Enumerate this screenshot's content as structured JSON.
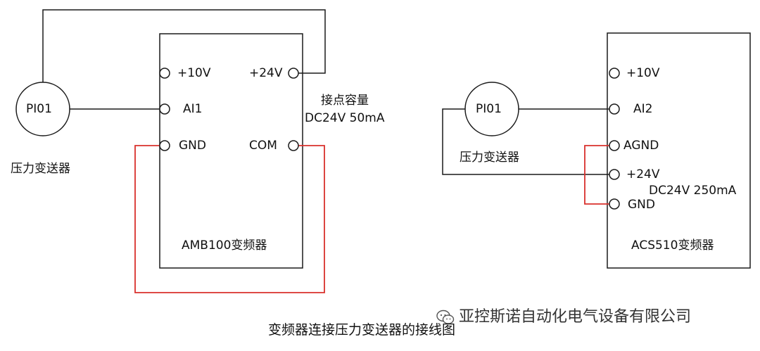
{
  "left": {
    "sensor": {
      "tag": "PI01",
      "caption": "压力变送器"
    },
    "drive": {
      "name": "AMB100变频器",
      "terminals": {
        "p10v": "+10V",
        "ai": "AI1",
        "gnd": "GND",
        "p24v": "+24V",
        "com": "COM"
      }
    },
    "note": {
      "line1": "接点容量",
      "line2": "DC24V 50mA"
    }
  },
  "right": {
    "sensor": {
      "tag": "PI01",
      "caption": "压力变送器"
    },
    "drive": {
      "name": "ACS510变频器",
      "terminals": {
        "p10v": "+10V",
        "ai": "AI2",
        "agnd": "AGND",
        "p24v": "+24V",
        "gnd": "GND"
      }
    },
    "note": {
      "line1": "DC24V 250mA"
    }
  },
  "title": "变频器连接压力变送器的接线图",
  "watermark": {
    "text": "亚控斯诺自动化电气设备有限公司",
    "icon": "wechat-icon"
  },
  "colors": {
    "line": "#1a1a1a",
    "red_wire": "#d9302c"
  }
}
